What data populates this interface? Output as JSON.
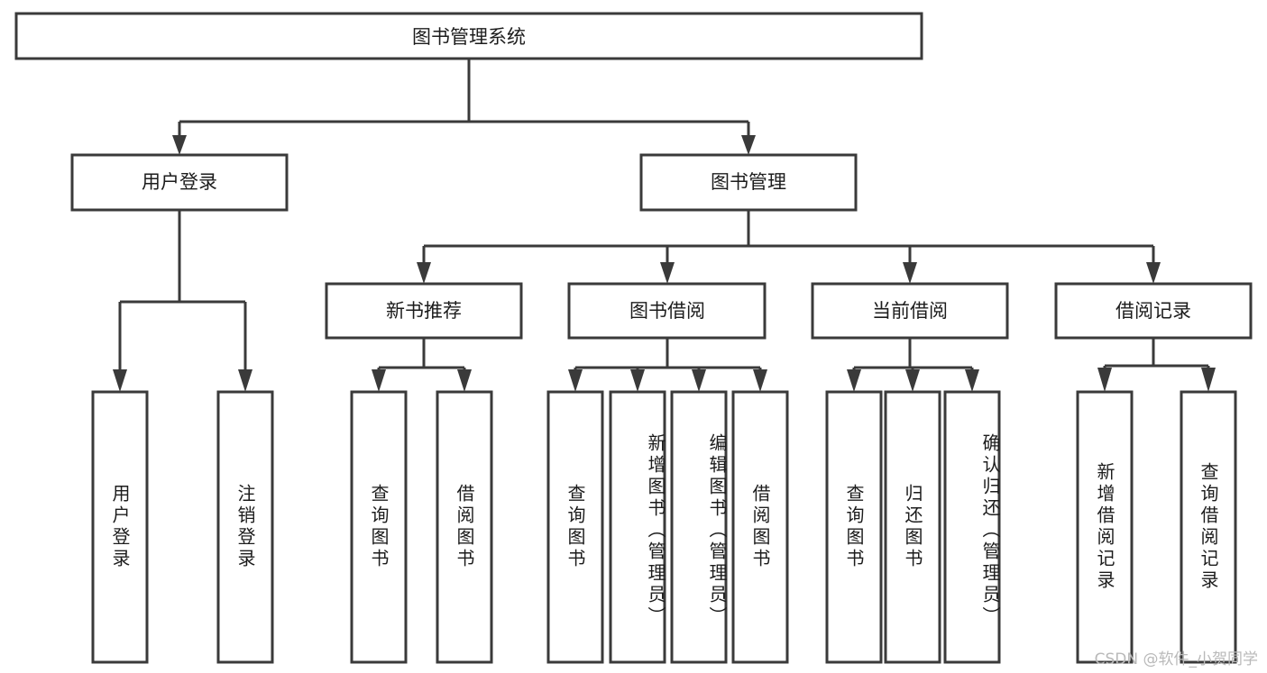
{
  "diagram": {
    "title": "图书管理系统",
    "type": "hierarchy-tree",
    "watermark": "CSDN @软件_小贺同学",
    "root": {
      "label": "图书管理系统"
    },
    "level2": [
      {
        "label": "用户登录"
      },
      {
        "label": "图书管理"
      }
    ],
    "level3": [
      {
        "label": "新书推荐"
      },
      {
        "label": "图书借阅"
      },
      {
        "label": "当前借阅"
      },
      {
        "label": "借阅记录"
      }
    ],
    "leaves": {
      "user_login": [
        {
          "label": "用户登录"
        },
        {
          "label": "注销登录"
        }
      ],
      "new_book_recommend": [
        {
          "label": "查询图书"
        },
        {
          "label": "借阅图书"
        }
      ],
      "book_borrow": [
        {
          "label": "查询图书"
        },
        {
          "label": "新增图书（管理员）"
        },
        {
          "label": "编辑图书（管理员）"
        },
        {
          "label": "借阅图书"
        }
      ],
      "current_borrow": [
        {
          "label": "查询图书"
        },
        {
          "label": "归还图书"
        },
        {
          "label": "确认归还（管理员）"
        }
      ],
      "borrow_record": [
        {
          "label": "新增借阅记录"
        },
        {
          "label": "查询借阅记录"
        }
      ]
    },
    "colors": {
      "stroke": "#3a3a3a",
      "fill": "#ffffff",
      "text": "#1c1c1c",
      "watermark": "#b9b9b9"
    }
  }
}
